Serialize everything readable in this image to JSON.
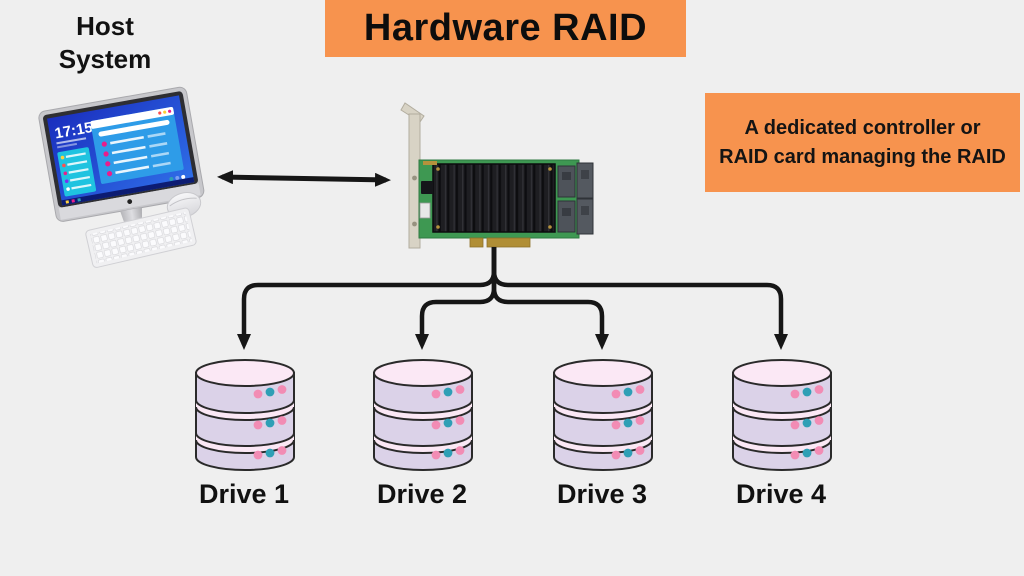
{
  "title": {
    "text": "Hardware RAID"
  },
  "host": {
    "line1": "Host",
    "line2": "System",
    "screen_time": "17:15"
  },
  "note": {
    "text": "A dedicated controller or RAID card managing the RAID"
  },
  "drives": [
    {
      "label": "Drive 1"
    },
    {
      "label": "Drive 2"
    },
    {
      "label": "Drive 3"
    },
    {
      "label": "Drive 4"
    }
  ],
  "icons": {
    "host_computer": "desktop-computer-icon",
    "keyboard": "keyboard-icon",
    "mouse": "mouse-icon",
    "raid_card": "raid-controller-card-icon",
    "drive": "database-cylinder-icon",
    "link": "bidirectional-arrow-icon"
  },
  "colors": {
    "background": "#EFEFEF",
    "accent_orange": "#F7934E",
    "line_black": "#161616",
    "drive_body": "#DBD2E8",
    "drive_top": "#FBE8F5",
    "dot_pink": "#F28CB4",
    "dot_teal": "#2E9FB5",
    "pcb_green": "#3E9852",
    "heatsink": "#1E1E22",
    "gold": "#B08E35"
  }
}
